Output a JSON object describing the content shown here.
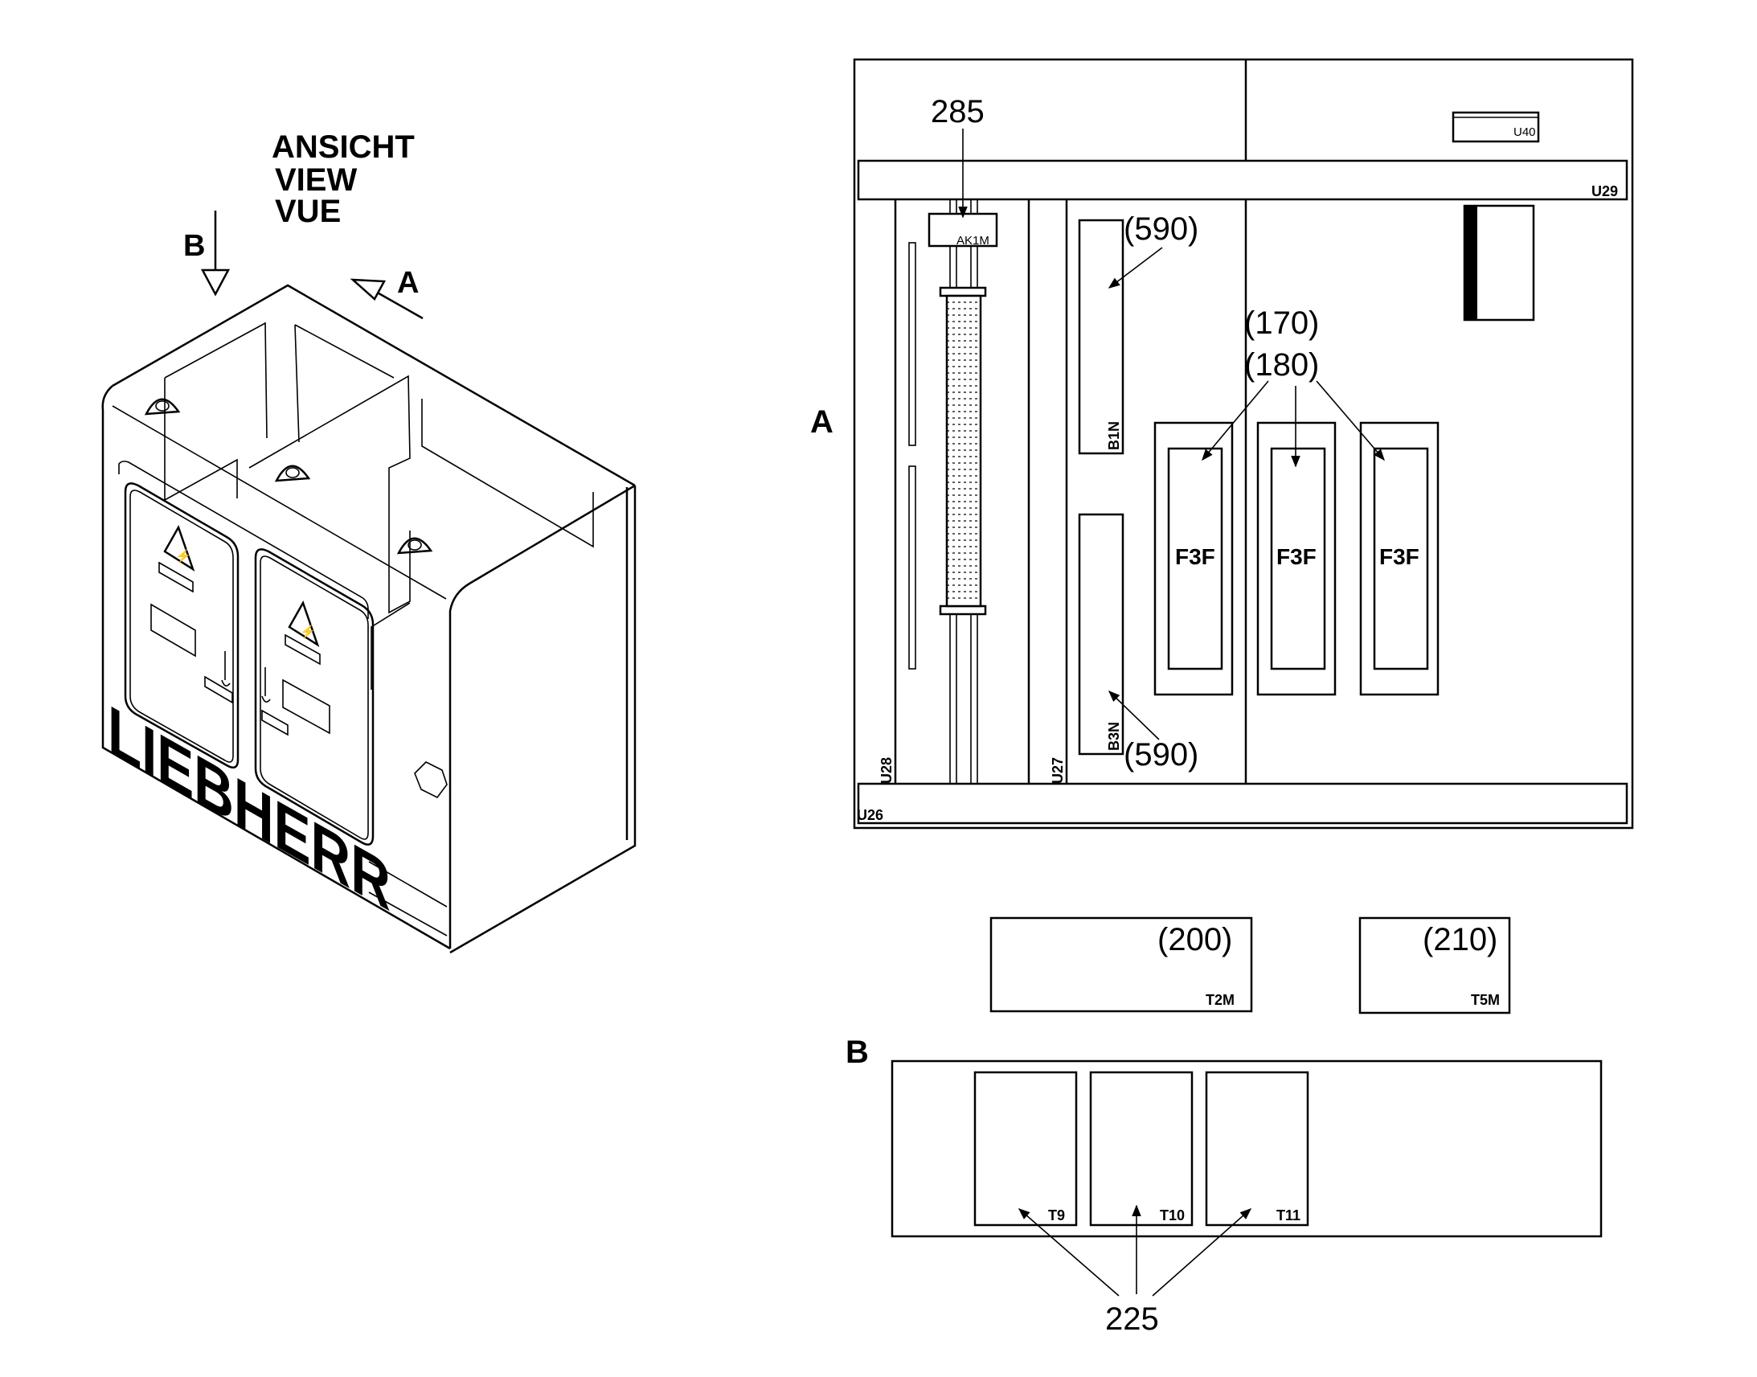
{
  "view_title": {
    "line1": "ANSICHT",
    "line2": "VIEW",
    "line3": "VUE"
  },
  "view_labels": {
    "a": "A",
    "b": "B",
    "arrow_a": "A",
    "arrow_b": "B"
  },
  "brand": "LIEBHERR",
  "callouts": {
    "c285": "285",
    "c590_top": "(590)",
    "c590_bottom": "(590)",
    "c170": "(170)",
    "c180": "(180)",
    "c200": "(200)",
    "c210": "(210)",
    "c225": "225"
  },
  "components": {
    "u40": "U40",
    "u29": "U29",
    "u28": "U28",
    "u27": "U27",
    "u26": "U26",
    "ak1m": "AK1M",
    "b1n": "B1N",
    "b3n": "B3N",
    "f3f_1": "F3F",
    "f3f_2": "F3F",
    "f3f_3": "F3F",
    "t2m": "T2M",
    "t5m": "T5M",
    "t9": "T9",
    "t10": "T10",
    "t11": "T11"
  }
}
